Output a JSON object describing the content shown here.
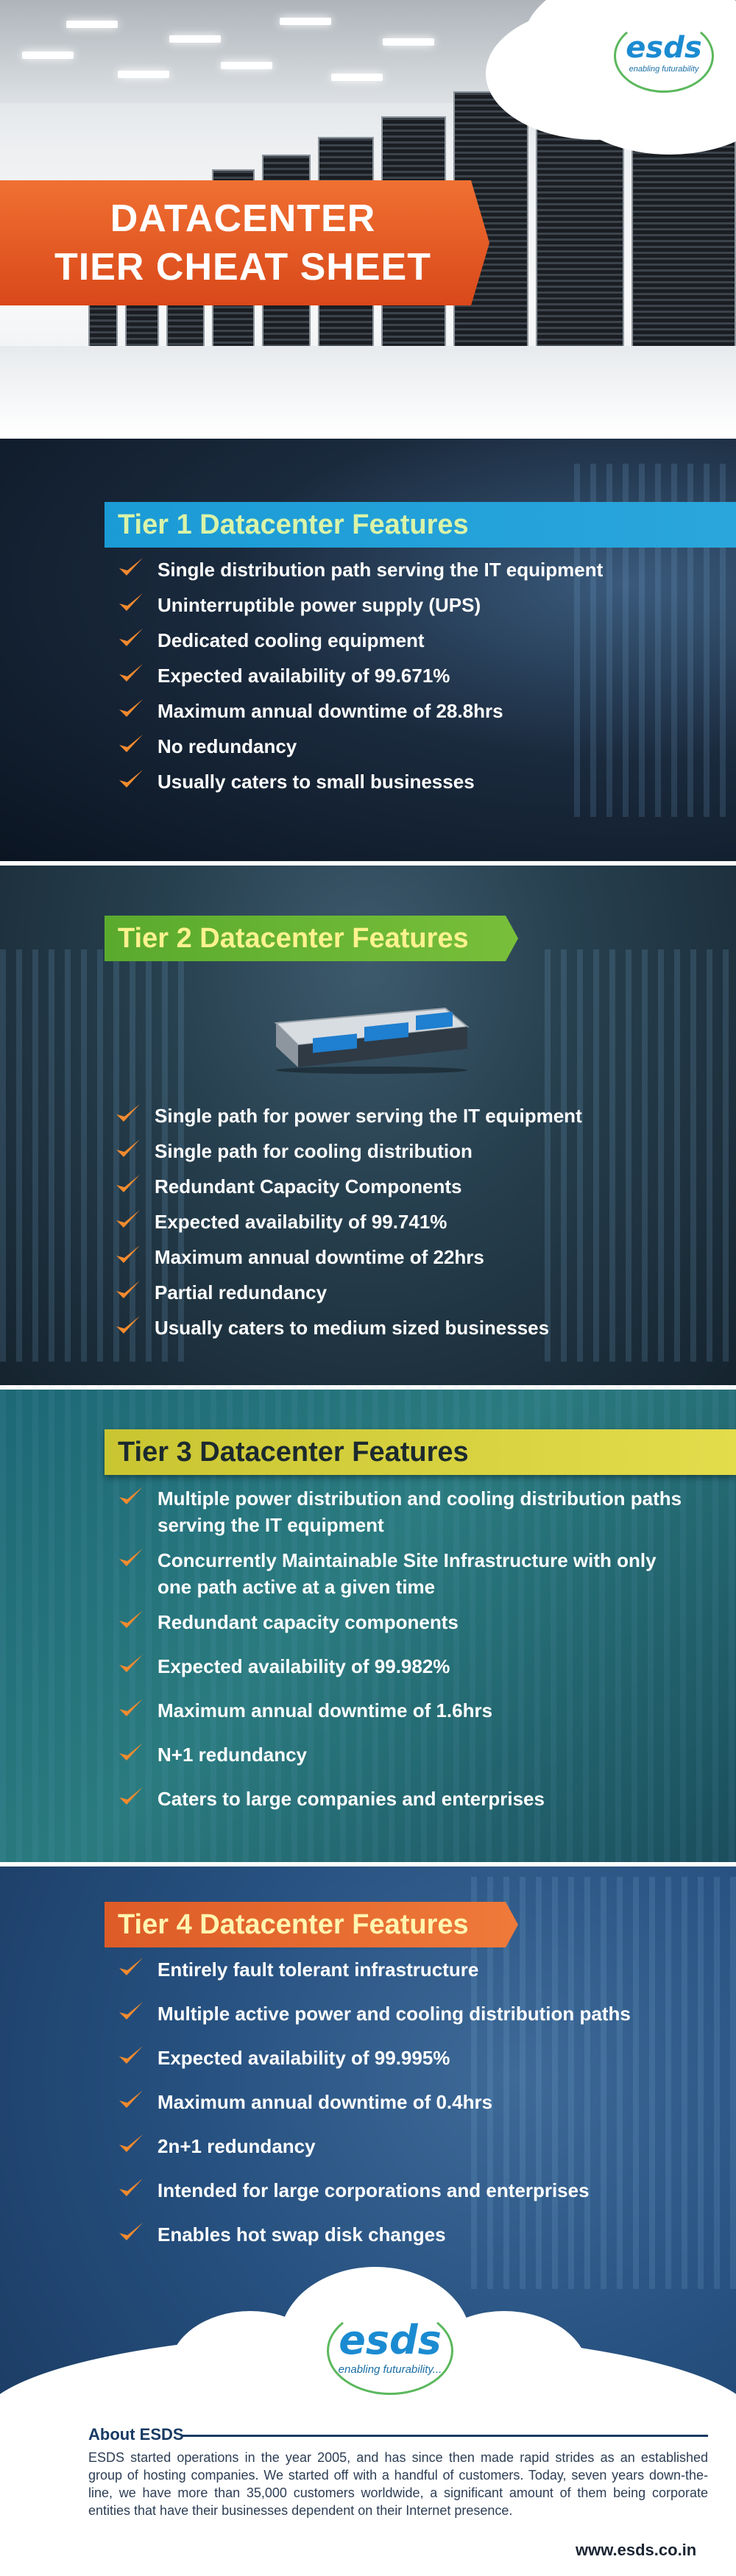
{
  "header": {
    "logo_text": "esds",
    "logo_tagline": "enabling futurability",
    "title_line1": "DATACENTER",
    "title_line2": "TIER CHEAT SHEET"
  },
  "tiers": [
    {
      "title": "Tier 1  Datacenter Features",
      "items": [
        "Single distribution path serving the IT equipment",
        "Uninterruptible power supply (UPS)",
        "Dedicated cooling equipment",
        "Expected availability of 99.671%",
        "Maximum annual downtime of 28.8hrs",
        "No redundancy",
        "Usually caters to small businesses"
      ]
    },
    {
      "title": "Tier 2 Datacenter Features",
      "items": [
        "Single path for power serving the IT equipment",
        "Single path for cooling distribution",
        "Redundant Capacity Components",
        "Expected availability of 99.741%",
        "Maximum annual downtime of 22hrs",
        "Partial redundancy",
        "Usually caters to medium sized businesses"
      ]
    },
    {
      "title": "Tier 3 Datacenter Features",
      "items": [
        "Multiple power distribution and cooling distribution paths serving the IT equipment",
        "Concurrently Maintainable Site Infrastructure with only one path active at a given time",
        "Redundant capacity components",
        "Expected availability of  99.982%",
        "Maximum annual downtime of 1.6hrs",
        "N+1 redundancy",
        "Caters to large companies and enterprises"
      ]
    },
    {
      "title": "Tier 4 Datacenter Features",
      "items": [
        "Entirely fault tolerant infrastructure",
        "Multiple active power and cooling distribution paths",
        "Expected availability of 99.995%",
        "Maximum annual downtime of 0.4hrs",
        "2n+1 redundancy",
        "Intended for large corporations and enterprises",
        "Enables hot swap disk changes"
      ]
    }
  ],
  "footer": {
    "logo_text": "esds",
    "logo_tagline": "enabling futurability...",
    "about_heading": "About ESDS",
    "about_text": "ESDS started operations in the year 2005, and has since then made rapid strides as an established group of hosting companies. We started off with a handful of customers. Today, seven years down-the-line, we have more than 35,000 customers worldwide, a significant amount of them being corporate entities that have their businesses dependent on their Internet presence.",
    "url": "www.esds.co.in"
  },
  "colors": {
    "check": "#f28a2e",
    "tier1": "#1b9bd6",
    "tier2": "#5aaa2e",
    "tier3": "#c9c531",
    "tier4": "#dd5b27",
    "title_banner": "#e25a23",
    "logo_blue": "#1b8bd1",
    "logo_green": "#5bb85d"
  }
}
